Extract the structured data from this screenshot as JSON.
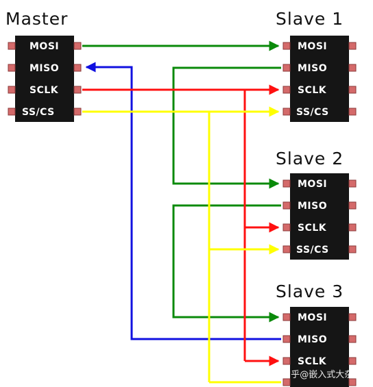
{
  "master": {
    "title": "Master",
    "pins": [
      "MOSI",
      "MISO",
      "SCLK",
      "SS/CS"
    ]
  },
  "slaves": [
    {
      "title": "Slave 1",
      "pins": [
        "MOSI",
        "MISO",
        "SCLK",
        "SS/CS"
      ]
    },
    {
      "title": "Slave 2",
      "pins": [
        "MOSI",
        "MISO",
        "SCLK",
        "SS/CS"
      ]
    },
    {
      "title": "Slave 3",
      "pins": [
        "MOSI",
        "MISO",
        "SCLK"
      ]
    }
  ],
  "watermark": "CSDN @知乎@嵌入式大杂烩",
  "colors": {
    "mosi": "#0a8a0a",
    "miso_slave_to_slave": "#0a8a0a",
    "miso_master": "#1010e0",
    "sclk": "#ff1010",
    "ss": "#ffff00",
    "chip_body": "#151515",
    "pin": "#d46a6a"
  }
}
